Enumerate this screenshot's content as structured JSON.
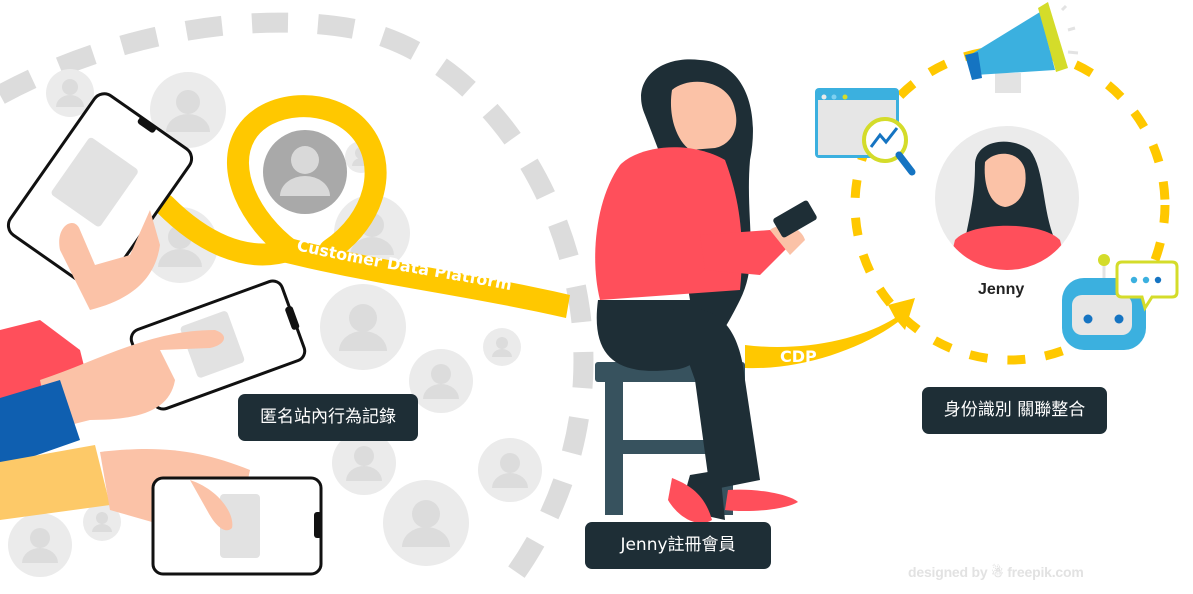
{
  "diagram": {
    "ribbon_label": "Customer Data Platform",
    "arrow_label": "CDP",
    "steps": [
      {
        "id": "anonymous-tracking",
        "label": "匿名站內行為記錄"
      },
      {
        "id": "member-registration",
        "label": "Jenny註冊會員"
      },
      {
        "id": "identity-resolution",
        "label": "身份識別 關聯整合"
      }
    ],
    "profile": {
      "name": "Jenny"
    },
    "icons": [
      "anonymous-user-icon",
      "smartphone-icon",
      "browser-analytics-icon",
      "megaphone-icon",
      "chatbot-icon",
      "speech-bubble-icon"
    ],
    "credit": "designed by ☃ freepik.com",
    "colors": {
      "ribbon_yellow": "#ffc800",
      "label_bg": "#1e2e36",
      "placeholder_gray": "#ebebeb",
      "accent_blue": "#3bb0df",
      "accent_lime": "#d4dc2a",
      "sweater_red": "#ff4f5b"
    }
  }
}
